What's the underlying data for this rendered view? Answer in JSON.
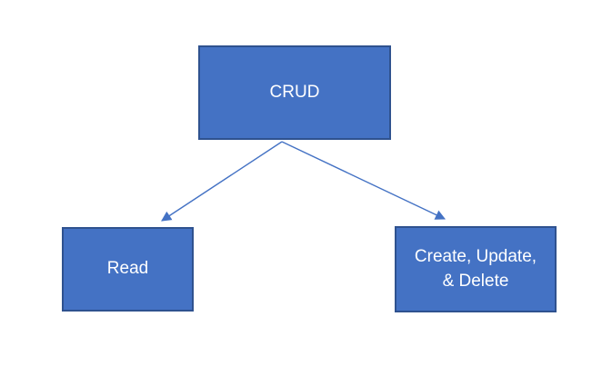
{
  "diagram": {
    "type": "flowchart",
    "background": "#FFFFFF",
    "colors": {
      "node_fill": "#4472C4",
      "node_border": "#2F528F",
      "node_text": "#FFFFFF",
      "arrow": "#4472C4"
    },
    "nodes": [
      {
        "id": "crud",
        "label": "CRUD"
      },
      {
        "id": "read",
        "label": "Read"
      },
      {
        "id": "create-update-delete",
        "label": "Create, Update, & Delete"
      }
    ],
    "edges": [
      {
        "from": "crud",
        "to": "read",
        "style": "arrow"
      },
      {
        "from": "crud",
        "to": "create-update-delete",
        "style": "arrow"
      }
    ]
  }
}
